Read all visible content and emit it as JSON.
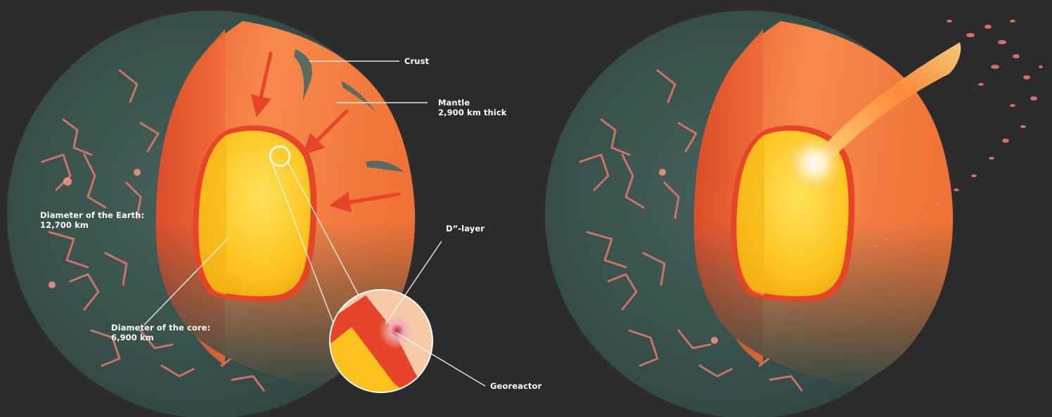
{
  "labels": {
    "crust": "Crust",
    "mantle": {
      "title": "Mantle",
      "thickness": "2,900 km thick"
    },
    "earth_diameter": {
      "title": "Diameter of the Earth:",
      "value": "12,700 km"
    },
    "core_diameter": {
      "title": "Diameter of the core:",
      "value": "6,900 km"
    },
    "d_layer": "D”-layer",
    "georeactor": "Georeactor"
  },
  "colors": {
    "background": "#2b2b2b",
    "crust_surface": "#3d5852",
    "mantle": "#f07a3c",
    "core": "#ffcf1a",
    "d_layer": "#e6452a",
    "arrow": "#e8432b",
    "crack": "#e8786a",
    "label_text": "#ffffff"
  }
}
